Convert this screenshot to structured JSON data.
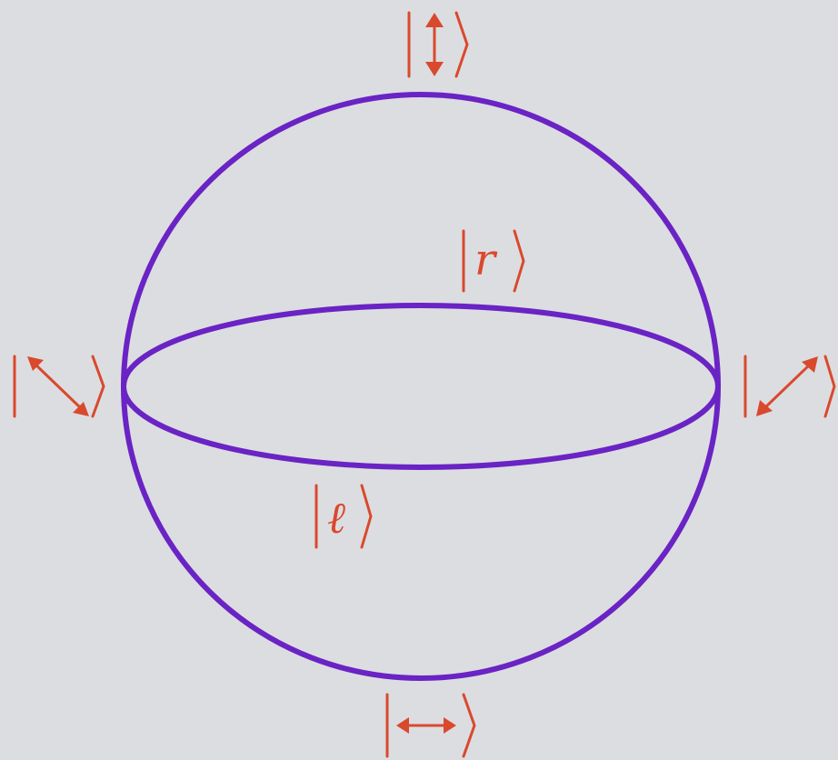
{
  "diagram": {
    "type": "poincare-sphere",
    "line_color": "#6a23c4",
    "label_color": "#d9492e",
    "background": "#dcdde0",
    "states": {
      "top": {
        "icon": "vertical-double-arrow",
        "symbol": "↕"
      },
      "bottom": {
        "icon": "horizontal-double-arrow",
        "symbol": "↔"
      },
      "left": {
        "icon": "diagonal-nw-se-double-arrow",
        "symbol": "↖↘"
      },
      "right": {
        "icon": "diagonal-sw-ne-double-arrow",
        "symbol": "↙↗"
      },
      "equator_back": {
        "text": "r"
      },
      "equator_front": {
        "text": "ℓ"
      }
    }
  }
}
